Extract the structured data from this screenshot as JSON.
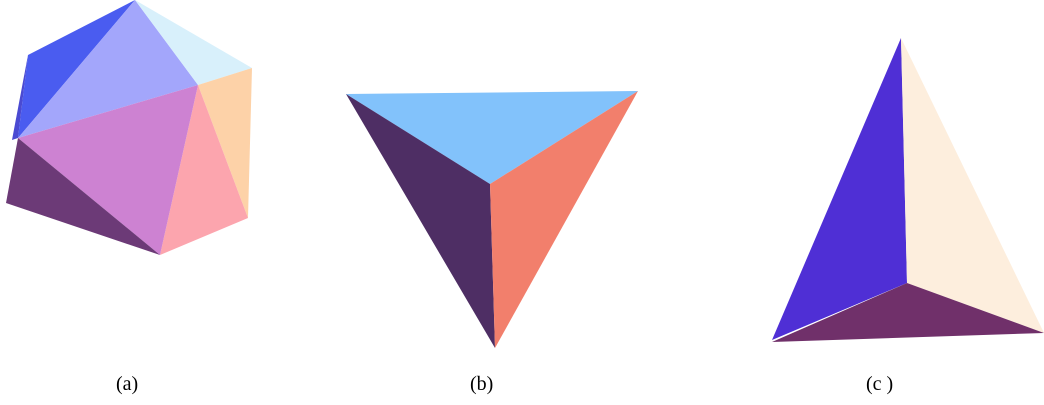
{
  "figure": {
    "panels": [
      {
        "id": "a",
        "label": "(a)",
        "faces": [
          {
            "color": "#4a5cf0"
          },
          {
            "color": "#a3a6fb"
          },
          {
            "color": "#d8f0fb"
          },
          {
            "color": "#fdd2a8"
          },
          {
            "color": "#fca5ae"
          },
          {
            "color": "#cd82d2"
          },
          {
            "color": "#6c3a77"
          },
          {
            "color": "#4a4ad2"
          }
        ]
      },
      {
        "id": "b",
        "label": "(b)",
        "faces": [
          {
            "color": "#82c2fb"
          },
          {
            "color": "#4e2e64"
          },
          {
            "color": "#f27f6c"
          }
        ]
      },
      {
        "id": "c",
        "label": "(c )",
        "faces": [
          {
            "color": "#4f2fd5"
          },
          {
            "color": "#fdeedd"
          },
          {
            "color": "#70306a"
          }
        ]
      }
    ]
  }
}
